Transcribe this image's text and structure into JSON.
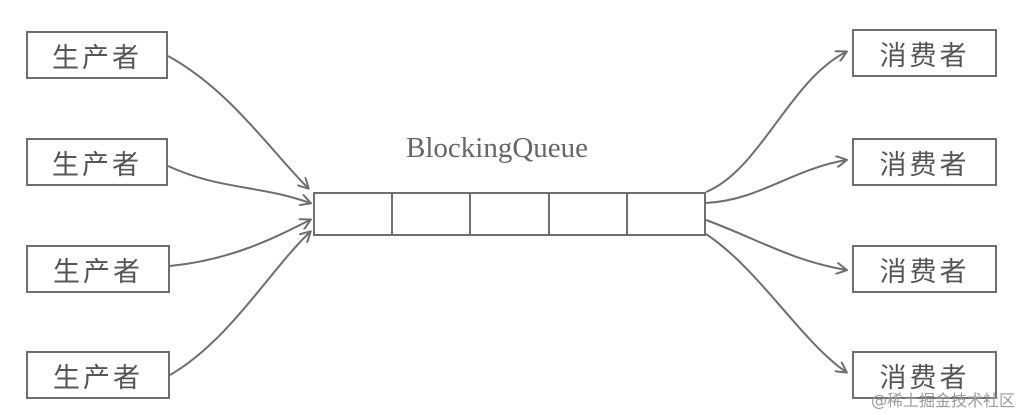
{
  "queue": {
    "title": "BlockingQueue",
    "slots": 5
  },
  "producers": [
    "生产者",
    "生产者",
    "生产者",
    "生产者"
  ],
  "consumers": [
    "消费者",
    "消费者",
    "消费者",
    "消费者"
  ],
  "watermark": "@稀土掘金技术社区",
  "colors": {
    "stroke": "#6e6e6e",
    "text": "#555555"
  }
}
